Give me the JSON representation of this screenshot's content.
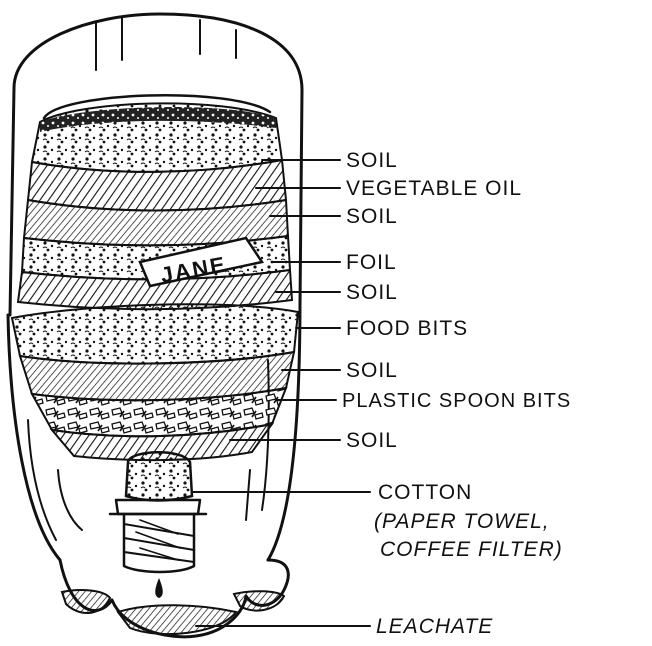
{
  "diagram": {
    "bottle_label": "JANE",
    "layers": [
      {
        "id": "soil-1",
        "label": "SOIL"
      },
      {
        "id": "vegetable-oil",
        "label": "VEGETABLE OIL"
      },
      {
        "id": "soil-2",
        "label": "SOIL"
      },
      {
        "id": "foil",
        "label": "FOIL"
      },
      {
        "id": "soil-3",
        "label": "SOIL"
      },
      {
        "id": "food-bits",
        "label": "FOOD BITS"
      },
      {
        "id": "soil-4",
        "label": "SOIL"
      },
      {
        "id": "plastic-spoon-bits",
        "label": "PLASTIC SPOON BITS"
      },
      {
        "id": "soil-5",
        "label": "SOIL"
      }
    ],
    "cotton": {
      "label": "COTTON",
      "note_line1": "(PAPER TOWEL,",
      "note_line2": "COFFEE FILTER)"
    },
    "leachate": {
      "label": "LEACHATE"
    }
  },
  "colors": {
    "ink": "#111111",
    "paper": "#ffffff"
  }
}
